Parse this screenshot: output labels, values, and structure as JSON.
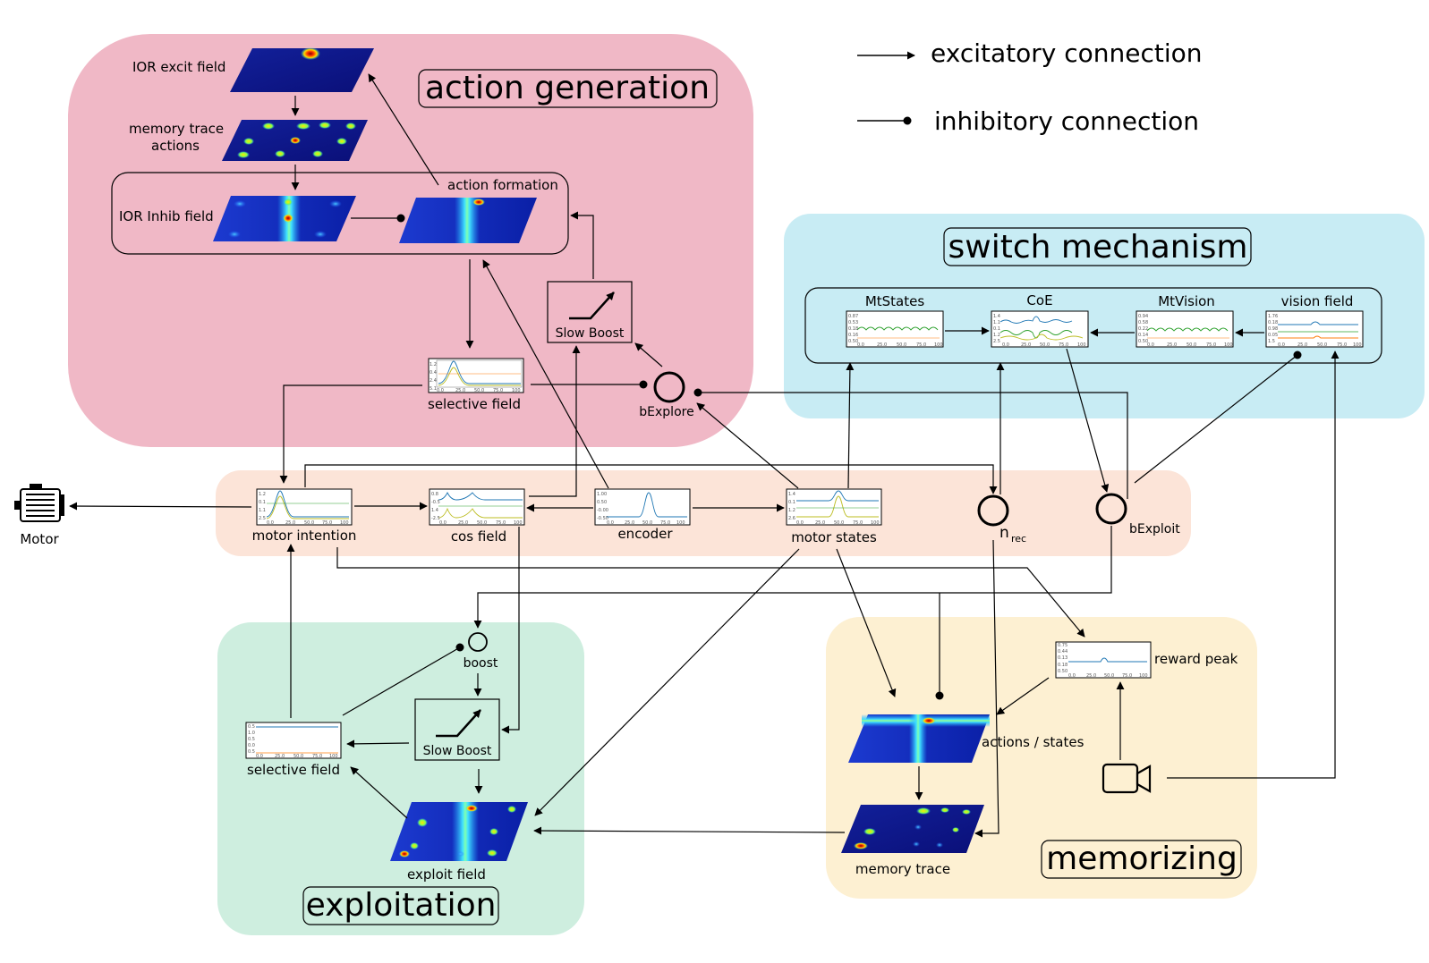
{
  "legend": {
    "excitatory": "excitatory connection",
    "inhibitory": "inhibitory connection"
  },
  "regions": {
    "action_generation": {
      "title": "action generation",
      "color": "#f0b8c6"
    },
    "switch_mechanism": {
      "title": "switch mechanism",
      "color": "#c8ecf4"
    },
    "motor_band": {
      "color": "#fce4d8"
    },
    "exploitation": {
      "title": "exploitation",
      "color": "#ceeedf"
    },
    "memorizing": {
      "title": "memorizing",
      "color": "#fdf0d2"
    }
  },
  "labels": {
    "ior_excit": "IOR excit field",
    "memory_trace_actions_1": "memory trace",
    "memory_trace_actions_2": "actions",
    "ior_inhib": "IOR Inhib field",
    "action_formation": "action formation",
    "slow_boost_top": "Slow Boost",
    "selective_field_top": "selective field",
    "bexplore": "bExplore",
    "mtstates": "MtStates",
    "coe": "CoE",
    "mtvision": "MtVision",
    "vision_field": "vision field",
    "motor": "Motor",
    "motor_intention": "motor intention",
    "cos_field": "cos field",
    "encoder": "encoder",
    "motor_states": "motor states",
    "n_rec": "n",
    "n_rec_sub": "rec",
    "bexploit": "bExploit",
    "boost": "boost",
    "slow_boost_bottom": "Slow Boost",
    "selective_field_bottom": "selective field",
    "exploit_field": "exploit field",
    "reward_peak": "reward peak",
    "actions_states": "actions / states",
    "memory_trace": "memory trace"
  },
  "plot_ticks": {
    "x": [
      "0.0",
      "25.0",
      "50.0",
      "75.0",
      "100"
    ],
    "selective_top_y": [
      "1.2",
      "0.4",
      "2.4",
      "5.1"
    ],
    "motor_intention_y": [
      "1.2",
      "0.1",
      "1.1",
      "2.5"
    ],
    "cos_field_y": [
      "0.8",
      "-0.5",
      "1.4",
      "-2.5"
    ],
    "encoder_y": [
      "1.00",
      "0.50",
      "-0.00",
      "-0.50"
    ],
    "motor_states_y": [
      "1.4",
      "0.1",
      "1.2",
      "2.6"
    ],
    "mtstates_y": [
      "0.87",
      "0.53",
      "0.18",
      "0.16",
      "0.50"
    ],
    "coe_y": [
      "1.4",
      "1.1",
      "0.1",
      "1.2",
      "2.5"
    ],
    "mtvision_y": [
      "0.94",
      "0.58",
      "0.22",
      "0.14",
      "0.50"
    ],
    "vision_y": [
      "1.76",
      "0.18",
      "0.98",
      "0.05",
      "1.5"
    ],
    "selective_bottom_y": [
      "0.5",
      "1.0",
      "0.5",
      "0.0",
      "0.5"
    ],
    "reward_y": [
      "0.75",
      "0.44",
      "0.13",
      "0.18",
      "0.50"
    ]
  }
}
